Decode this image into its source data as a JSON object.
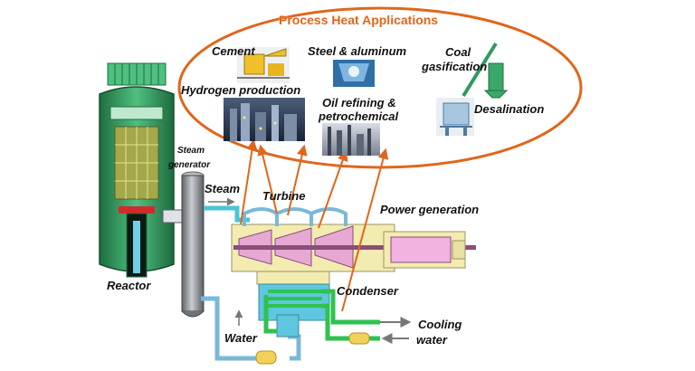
{
  "colors": {
    "accent_orange": "#e0661c",
    "pipe_blue": "#7ab8d8",
    "pipe_cyan": "#49c4d8",
    "water_green": "#2fc24f",
    "turbine_yellow": "#f3ebb0",
    "generator_pink": "#f2b3e3",
    "reactor_green": "#2f9b5e",
    "vessel_gray": "#8b9096"
  },
  "process_heat": {
    "title": "Process Heat Applications",
    "applications": {
      "cement": "Cement",
      "steel": "Steel & aluminum",
      "coal_line1": "Coal",
      "coal_line2": "gasification",
      "hydrogen": "Hydrogen production",
      "oil_line1": "Oil refining &",
      "oil_line2": "petrochemical",
      "desalination": "Desalination"
    }
  },
  "plant": {
    "steam_gen_line1": "Steam",
    "steam_gen_line2": "generator",
    "steam": "Steam",
    "turbine": "Turbine",
    "power_generation": "Power generation",
    "reactor": "Reactor",
    "condenser": "Condenser",
    "cooling_line1": "Cooling",
    "cooling_line2": "water",
    "water": "Water"
  }
}
